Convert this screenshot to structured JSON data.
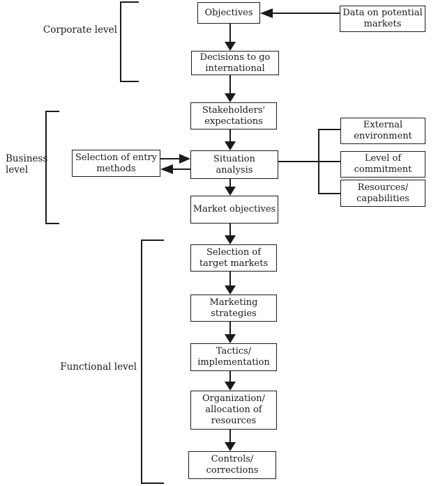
{
  "figure": {
    "type": "flowchart",
    "level_labels": {
      "corporate": "Corporate level",
      "business": "Business\nlevel",
      "functional": "Functional level"
    },
    "nodes": {
      "objectives": "Objectives",
      "data_on_potential_markets": "Data on potential\nmarkets",
      "decisions_to_go_international": "Decisions to go\ninternational",
      "stakeholders_expectations": "Stakeholders'\nexpectations",
      "selection_of_entry_methods": "Selection of entry\nmethods",
      "situation_analysis": "Situation\nanalysis",
      "external_environment": "External\nenvironment",
      "level_of_commitment": "Level of\ncommitment",
      "resources_capabilities": "Resources/\ncapabilities",
      "market_objectives": "Market objectives",
      "selection_of_target_markets": "Selection of\ntarget markets",
      "marketing_strategies": "Marketing\nstrategies",
      "tactics_implementation": "Tactics/\nimplementation",
      "organization_allocation_of_resources": "Organization/\nallocation of\nresources",
      "controls_corrections": "Controls/\ncorrections"
    },
    "colors": {
      "line": "#1a1a1a",
      "background": "#ffffff",
      "box_fill": "#ffffff"
    }
  }
}
